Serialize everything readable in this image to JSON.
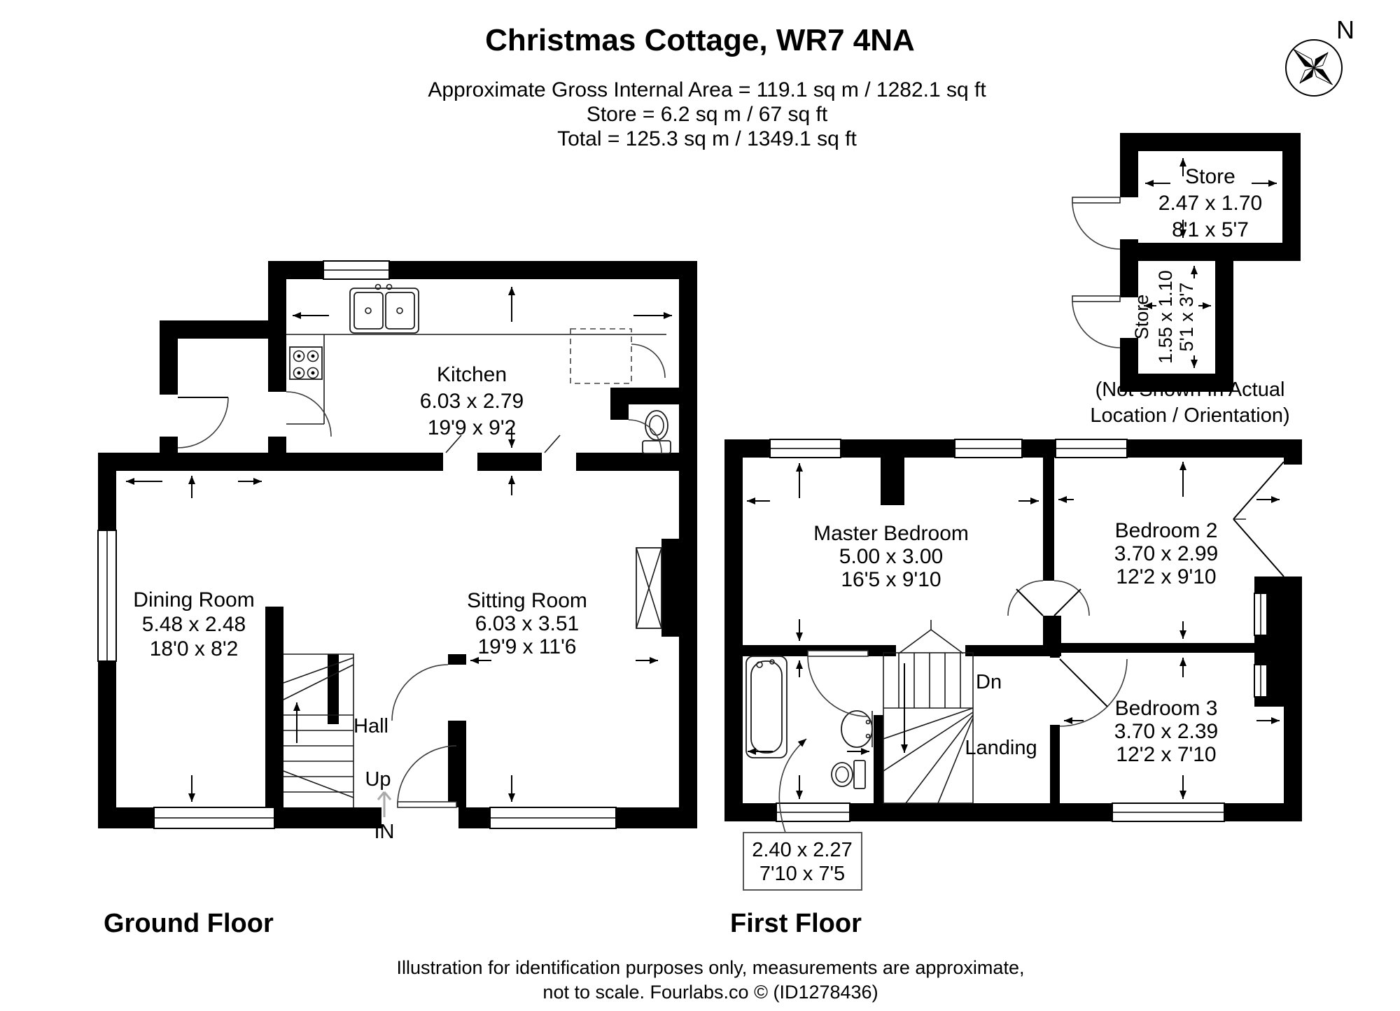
{
  "header": {
    "title": "Christmas Cottage, WR7 4NA",
    "area_line": "Approximate Gross Internal Area = 119.1 sq m / 1282.1 sq ft",
    "store_line": "Store = 6.2 sq m / 67 sq ft",
    "total_line": "Total = 125.3 sq m / 1349.1 sq ft"
  },
  "compass": {
    "north_label": "N"
  },
  "store_detail": {
    "store1": {
      "name": "Store",
      "metric": "2.47 x 1.70",
      "imperial": "8'1 x 5'7"
    },
    "store2": {
      "name": "Store",
      "metric": "1.55 x 1.10",
      "imperial": "5'1 x 3'7"
    },
    "note_line1": "(Not Shown In Actual",
    "note_line2": "Location / Orientation)"
  },
  "ground_floor": {
    "label": "Ground Floor",
    "kitchen": {
      "name": "Kitchen",
      "metric": "6.03 x 2.79",
      "imperial": "19'9 x 9'2"
    },
    "dining": {
      "name": "Dining Room",
      "metric": "5.48 x 2.48",
      "imperial": "18'0 x 8'2"
    },
    "sitting": {
      "name": "Sitting Room",
      "metric": "6.03 x 3.51",
      "imperial": "19'9 x 11'6"
    },
    "hall_label": "Hall",
    "stairs_label": "Up",
    "entrance_label": "IN"
  },
  "first_floor": {
    "label": "First Floor",
    "master": {
      "name": "Master Bedroom",
      "metric": "5.00 x 3.00",
      "imperial": "16'5 x 9'10"
    },
    "bedroom2": {
      "name": "Bedroom 2",
      "metric": "3.70 x 2.99",
      "imperial": "12'2 x 9'10"
    },
    "bedroom3": {
      "name": "Bedroom 3",
      "metric": "3.70 x 2.39",
      "imperial": "12'2 x 7'10"
    },
    "bathroom": {
      "metric": "2.40 x 2.27",
      "imperial": "7'10 x 7'5"
    },
    "landing_label": "Landing",
    "stairs_label": "Dn"
  },
  "footer": {
    "line1": "Illustration for identification purposes only, measurements are approximate,",
    "line2": "not to scale.  Fourlabs.co © (ID1278436)"
  },
  "colors": {
    "wall": "#000000",
    "background": "#ffffff",
    "muted_arrow": "#aaaaaa"
  }
}
